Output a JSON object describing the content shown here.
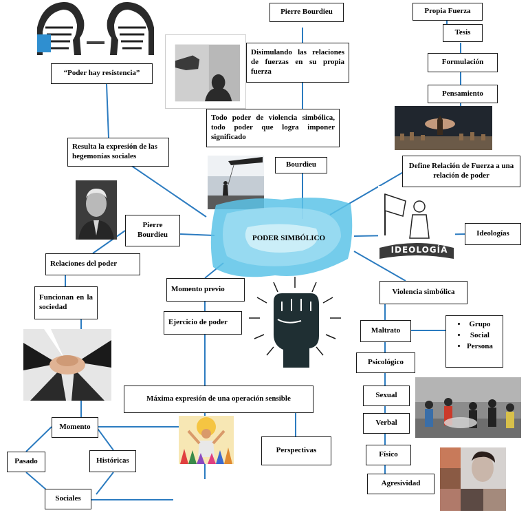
{
  "diagram": {
    "center": "PODER SIMBÓLICO",
    "nodes": {
      "bourdieu_top": "Pierre Bourdieu",
      "disimulando": "Disimulando las relaciones de fuerzas en su propia fuerza",
      "todo_poder": "Todo poder de violencia simbólica, todo poder que logra imponer significado",
      "bourdieu_mid": "Bourdieu",
      "propia_fuerza": "Propia Fuerza",
      "tesis": "Tesis",
      "formulacion": "Formulación",
      "pensamiento": "Pensamiento",
      "define_relacion": "Define Relación de Fuerza a una relación de poder",
      "ideologias": "Ideologías",
      "violencia_simbolica": "Violencia simbólica",
      "maltrato": "Maltrato",
      "maltrato_items": [
        "Grupo",
        "Social",
        "Persona"
      ],
      "psicologico": "Psicológico",
      "sexual": "Sexual",
      "verbal": "Verbal",
      "fisico": "Físico",
      "agresividad": "Agresividad",
      "poder_resistencia": "“Poder hay resistencia”",
      "resulta": "Resulta la expresión de las hegemonías sociales",
      "pierre_bourdieu_left": "Pierre Bourdieu",
      "relaciones_poder": "Relaciones del poder",
      "funcionan": "Funcionan en la sociedad",
      "momento_previo": "Momento previo",
      "ejercicio": "Ejercicio de poder",
      "maxima": "Máxima expresión de una operación sensible",
      "perspectivas": "Perspectivas",
      "momento": "Momento",
      "pasado": "Pasado",
      "historicas": "Históricas",
      "sociales": "Sociales"
    },
    "image_labels": {
      "ideologia_sign": "IDEOLOGÍA"
    },
    "colors": {
      "connector": "#2b7bc0",
      "center_blob": "#5cc3e8",
      "border": "#1a1a1a"
    }
  }
}
